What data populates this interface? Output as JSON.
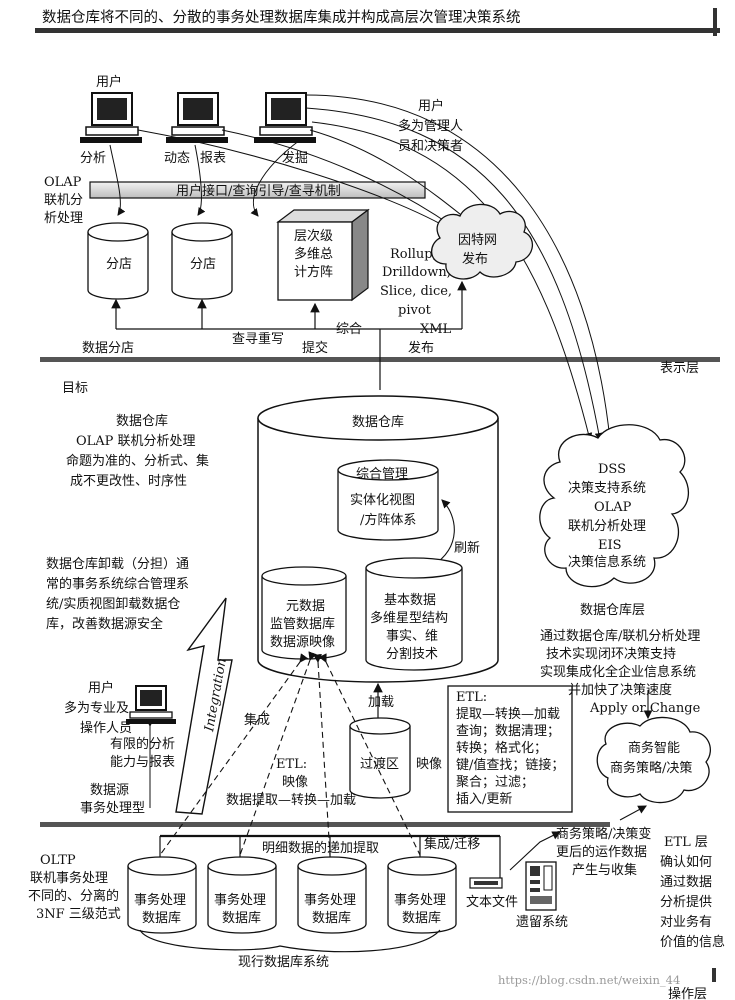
{
  "header": {
    "title": "数据仓库将不同的、分散的事务处理数据库集成并构成高层次管理决策系统"
  },
  "layers": {
    "presentation": "表示层",
    "operation": "操作层",
    "etl": "ETL 层",
    "warehouse": "数据仓库层"
  },
  "top": {
    "users_label": "用户",
    "terminal_labels": [
      "分析",
      "动态",
      "报表",
      "发掘"
    ],
    "managers_note": [
      "用户",
      "多为管理人",
      "员和决策者"
    ],
    "olap_side": [
      "OLAP",
      "联机分",
      "析处理"
    ],
    "interface_bar": "用户接口/查询引导/查寻机制",
    "branch_db": [
      "分店",
      "分店"
    ],
    "cube": [
      "层次级",
      "多维总",
      "计方阵"
    ],
    "ops": [
      "Rollup,",
      "Drilldown,",
      "Slice, dice,",
      "pivot"
    ],
    "internet": [
      "因特网",
      "发布"
    ],
    "bottom_labels": {
      "branch": "数据分店",
      "query": "查寻重写",
      "submit": "提交",
      "integrate": "综合",
      "xml": "XML",
      "publish": "发布"
    }
  },
  "middle": {
    "goal": "目标",
    "goal_lines": [
      "数据仓库",
      "OLAP 联机分析处理",
      "命题为准的、分析式、集",
      "成不更改性、时序性"
    ],
    "unload_lines": [
      "数据仓库卸载（分担）通",
      "常的事务系统综合管理系",
      "统/实质视图卸载数据仓",
      "库，改善数据源安全"
    ],
    "integration_label": "Integration",
    "integrate_cn": "集成",
    "warehouse_title": "数据仓库",
    "mgmt_db": {
      "title": "综合管理",
      "lines": [
        "实体化视图",
        "/方阵体系"
      ]
    },
    "refresh": "刷新",
    "meta_db": [
      "元数据",
      "监管数据库",
      "数据源映像"
    ],
    "base_db": [
      "基本数据",
      "多维星型结构",
      "事实、维",
      "分割技术"
    ],
    "load": "加载",
    "staging": "过渡区",
    "mapping": "映像",
    "etl_left": [
      "ETL:",
      "映像",
      "数据提取—转换—加载"
    ],
    "etl_box": [
      "ETL:",
      "提取—转换—加载",
      "查询；数据清理；",
      "转换；格式化；",
      "键/值查找；链接；",
      "聚合；过滤；",
      "插入/更新"
    ],
    "users2": [
      "用户",
      "多为专业及",
      "操作人员"
    ],
    "terminal2": [
      "有限的分析",
      "能力与报表"
    ],
    "source_label": [
      "数据源",
      "事务处理型"
    ]
  },
  "right": {
    "dss": [
      "DSS",
      "决策支持系统",
      "OLAP",
      "联机分析处理",
      "EIS",
      "决策信息系统"
    ],
    "dw_desc": [
      "通过数据仓库/联机分析处理",
      "技术实现闭环决策支持",
      "实现集成化全企业信息系统",
      "并加快了决策速度"
    ],
    "apply": "Apply or Change",
    "bi": [
      "商务智能",
      "商务策略/决策"
    ],
    "change_note": [
      "商务策略/决策变",
      "更后的运作数据",
      "产生与收集"
    ],
    "etl_desc": [
      "确认如何",
      "通过数据",
      "分析提供",
      "对业务有",
      "价值的信息"
    ]
  },
  "bottom": {
    "oltp": [
      "OLTP",
      "联机事务处理",
      "不同的、分离的",
      "3NF 三级范式"
    ],
    "detail_extract": "明细数据的递加提取",
    "migrate": "集成/迁移",
    "tx_db": [
      "事务处理",
      "数据库"
    ],
    "text_file": "文本文件",
    "legacy": "遗留系统",
    "current_db": "现行数据库系统",
    "watermark": "https://blog.csdn.net/weixin_44"
  }
}
